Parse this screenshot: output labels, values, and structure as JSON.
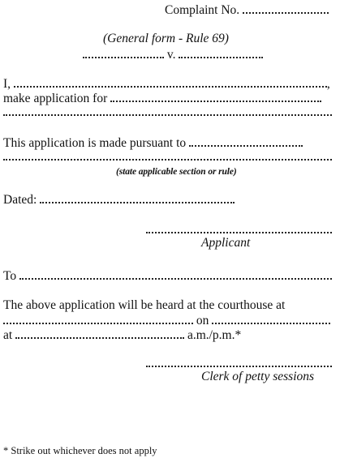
{
  "complaint": {
    "label": "Complaint No."
  },
  "form": {
    "title": "(General form - Rule 69)",
    "versus": "v."
  },
  "body": {
    "i_label": "I,",
    "i_comma": ",",
    "make_application": "make application for",
    "pursuant_label": "This application is made pursuant to",
    "pursuant_hint": "(state applicable section or rule)",
    "dated_label": "Dated:",
    "applicant_label": "Applicant",
    "to_label": "To",
    "heard_text": "The above application will be heard at the courthouse at",
    "on_label": "on",
    "at_label": "at",
    "ampm_label": "a.m./p.m.*",
    "clerk_label": "Clerk of petty sessions"
  },
  "footnote": {
    "text": "* Strike out whichever does not apply"
  }
}
